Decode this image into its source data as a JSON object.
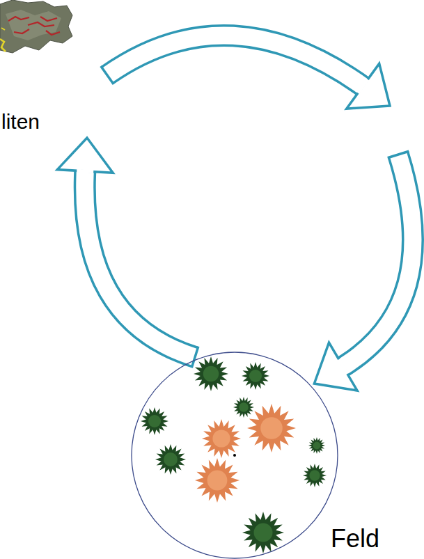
{
  "diagram": {
    "nodes": [
      {
        "text": [
          "liten"
        ]
      },
      {
        "text": [
          "Feld"
        ]
      }
    ],
    "edges": [
      {
        "from": 0,
        "to": 1,
        "arrow": "to"
      },
      {
        "from": 1,
        "to": 0,
        "arrow": "to"
      }
    ]
  }
}
